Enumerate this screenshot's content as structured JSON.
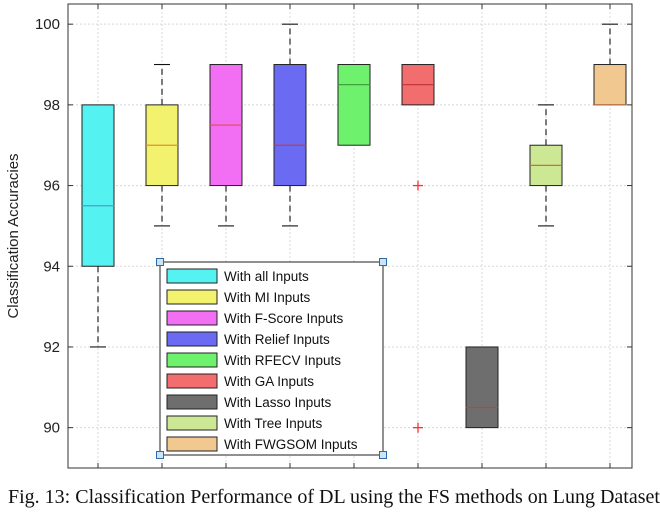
{
  "caption": "Fig. 13: Classification Performance of DL using the FS methods on Lung Dataset",
  "chart_data": {
    "type": "box",
    "ylabel": "Classification Accuracies",
    "xlabel": "",
    "ylim": [
      89,
      100.5
    ],
    "yticks": [
      90,
      92,
      94,
      96,
      98,
      100
    ],
    "grid": true,
    "legend_position": "bottom-center",
    "series": [
      {
        "name": "With all Inputs",
        "color": "#55f2f2",
        "median_color": "#4a9fc0",
        "q1": 94,
        "median": 95.5,
        "q3": 98,
        "whisker_low": 92,
        "whisker_high": 98,
        "outliers": []
      },
      {
        "name": "With MI Inputs",
        "color": "#f2f26e",
        "median_color": "#e09030",
        "q1": 96,
        "median": 97,
        "q3": 98,
        "whisker_low": 95,
        "whisker_high": 99,
        "outliers": []
      },
      {
        "name": "With F-Score Inputs",
        "color": "#f26ef2",
        "median_color": "#e05050",
        "q1": 96,
        "median": 97.5,
        "q3": 99,
        "whisker_low": 95,
        "whisker_high": 99,
        "outliers": []
      },
      {
        "name": "With Relief Inputs",
        "color": "#6a6af2",
        "median_color": "#c04040",
        "q1": 96,
        "median": 97,
        "q3": 99,
        "whisker_low": 95,
        "whisker_high": 100,
        "outliers": []
      },
      {
        "name": "With RFECV Inputs",
        "color": "#6ef26e",
        "median_color": "#3a9a3a",
        "q1": 97,
        "median": 98.5,
        "q3": 99,
        "whisker_low": 97,
        "whisker_high": 99,
        "outliers": []
      },
      {
        "name": "With GA Inputs",
        "color": "#f26e6e",
        "median_color": "#c03030",
        "q1": 98,
        "median": 98.5,
        "q3": 99,
        "whisker_low": 98,
        "whisker_high": 99,
        "outliers": [
          96,
          90
        ]
      },
      {
        "name": "With Lasso Inputs",
        "color": "#6e6e6e",
        "median_color": "#c04040",
        "q1": 90,
        "median": 90.5,
        "q3": 92,
        "whisker_low": 90,
        "whisker_high": 92,
        "outliers": []
      },
      {
        "name": "With Tree Inputs",
        "color": "#cce895",
        "median_color": "#d07030",
        "q1": 96,
        "median": 96.5,
        "q3": 97,
        "whisker_low": 95,
        "whisker_high": 98,
        "outliers": []
      },
      {
        "name": "With FWGSOM Inputs",
        "color": "#f0c890",
        "median_color": "#c07040",
        "q1": 98,
        "median": 98,
        "q3": 99,
        "whisker_low": 98,
        "whisker_high": 100,
        "outliers": []
      }
    ]
  }
}
